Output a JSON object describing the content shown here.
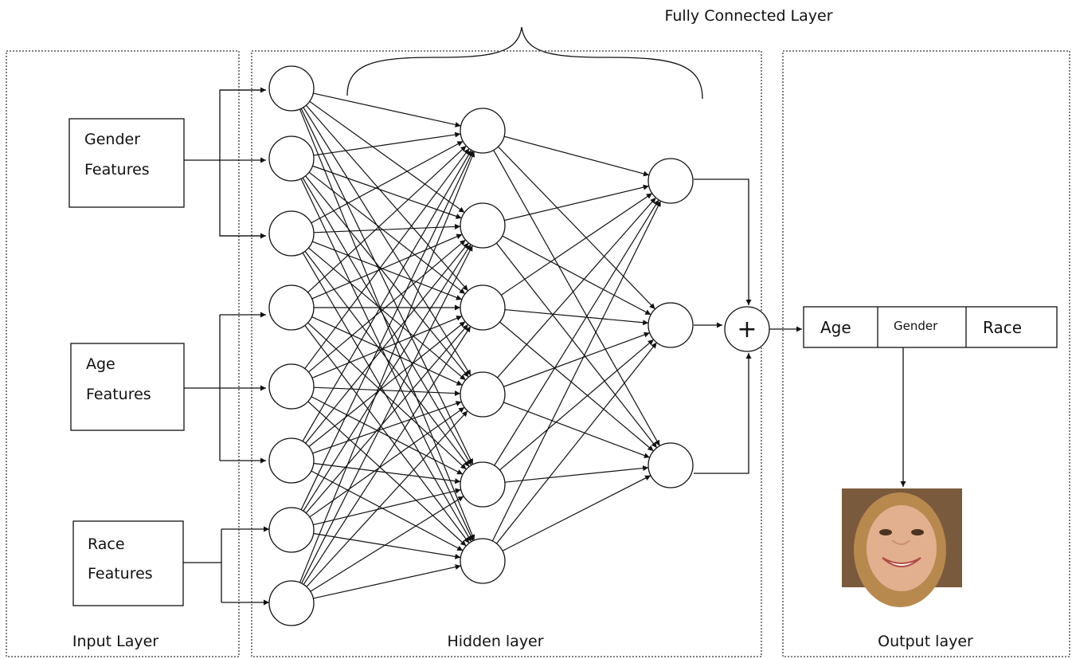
{
  "title": "Fully Connected Layer",
  "panels": {
    "input": "Input Layer",
    "hidden": "Hidden layer",
    "output": "Output layer"
  },
  "feature_boxes": [
    {
      "line1": "Gender",
      "line2": "Features"
    },
    {
      "line1": "Age",
      "line2": "Features"
    },
    {
      "line1": "Race",
      "line2": "Features"
    }
  ],
  "output_vector": [
    "Age",
    "Gender",
    "Race"
  ],
  "layers": {
    "input_nodes": 8,
    "hidden1_nodes": 6,
    "hidden2_nodes": 3
  },
  "sum_symbol": "+",
  "colors": {
    "line": "#111111",
    "panel_border": "#555555",
    "background": "#ffffff"
  }
}
